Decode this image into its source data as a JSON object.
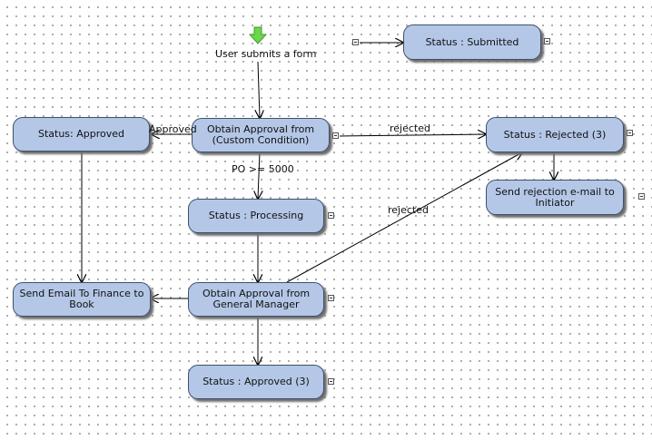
{
  "start": {
    "label": "User submits a form",
    "icon": "green-down-arrow-icon",
    "color": "#6ed64a"
  },
  "nodes": {
    "status_submitted": "Status : Submitted",
    "status_approved": "Status: Approved",
    "obtain_custom": "Obtain Approval from (Custom Condition)",
    "status_rejected": "Status : Rejected (3)",
    "send_rejection": "Send rejection e-mail to Initiator",
    "status_processing": "Status : Processing",
    "send_email_finance": "Send Email To Finance to Book",
    "obtain_gm": "Obtain Approval from General Manager",
    "status_approved_3": "Status : Approved (3)"
  },
  "edge_labels": {
    "approved": "Approved",
    "rejected_top": "rejected",
    "po_condition": "PO >= 5000",
    "rejected_diag": "rejected"
  },
  "colors": {
    "node_fill": "#b4c7e7",
    "node_border": "#3f4f6b",
    "edge": "#000000"
  }
}
